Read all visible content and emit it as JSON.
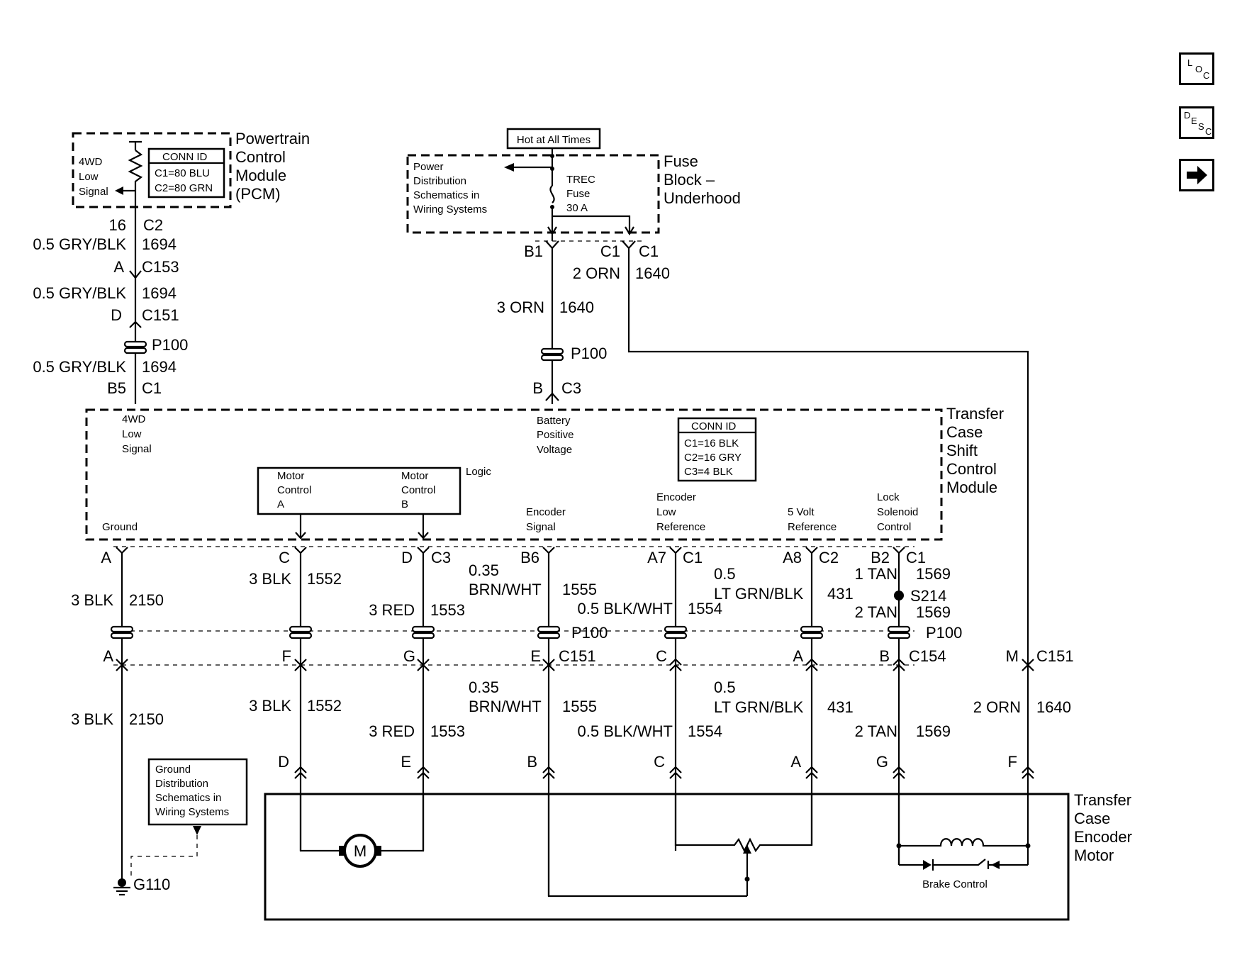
{
  "nav": {
    "loc": [
      "L",
      "O",
      "C"
    ],
    "desc": [
      "D",
      "E",
      "S",
      "C"
    ],
    "next_icon": "right-arrow-icon"
  },
  "pcm": {
    "title": [
      "Powertrain",
      "Control",
      "Module",
      "(PCM)"
    ],
    "signal": [
      "4WD",
      "Low",
      "Signal"
    ],
    "conn_id": {
      "header": "CONN ID",
      "rows": [
        "C1=80 BLU",
        "C2=80 GRN"
      ]
    }
  },
  "pcm_wire": [
    {
      "left": "16",
      "right": "C2"
    },
    {
      "left": "0.5 GRY/BLK",
      "right": "1694"
    },
    {
      "left": "A",
      "right": "C153"
    },
    {
      "left": "0.5 GRY/BLK",
      "right": "1694"
    },
    {
      "left": "D",
      "right": "C151"
    },
    {
      "left": "",
      "right": "P100"
    },
    {
      "left": "0.5 GRY/BLK",
      "right": "1694"
    },
    {
      "left": "B5",
      "right": "C1"
    }
  ],
  "fuse_block": {
    "hot_label": "Hot at All Times",
    "title": [
      "Fuse",
      "Block –",
      "Underhood"
    ],
    "power_ref": [
      "Power",
      "Distribution",
      "Schematics in",
      "Wiring Systems"
    ],
    "fuse": [
      "TREC",
      "Fuse",
      "30 A"
    ]
  },
  "fuse_wires": {
    "b1": "B1",
    "c1a": "C1",
    "c1b": "C1",
    "orn2": "2 ORN",
    "c1640": "1640",
    "orn3": "3 ORN",
    "c1640b": "1640",
    "p100": "P100",
    "b": "B",
    "c3": "C3"
  },
  "tccm": {
    "title": [
      "Transfer",
      "Case",
      "Shift",
      "Control",
      "Module"
    ],
    "low_signal": [
      "4WD",
      "Low",
      "Signal"
    ],
    "battery": [
      "Battery",
      "Positive",
      "Voltage"
    ],
    "conn_id": {
      "header": "CONN ID",
      "rows": [
        "C1=16 BLK",
        "C2=16 GRY",
        "C3=4 BLK"
      ]
    },
    "motor_a": [
      "Motor",
      "Control",
      "A"
    ],
    "motor_b": [
      "Motor",
      "Control",
      "B"
    ],
    "logic": "Logic",
    "ground": "Ground",
    "encoder_signal": [
      "Encoder",
      "Signal"
    ],
    "encoder_low": [
      "Encoder",
      "Low",
      "Reference"
    ],
    "five_volt": [
      "5 Volt",
      "Reference"
    ],
    "lock_solenoid": [
      "Lock",
      "Solenoid",
      "Control"
    ]
  },
  "mid_labels": {
    "a": "A",
    "c": "C",
    "d": "D",
    "c3": "C3",
    "b6": "B6",
    "a7": "A7",
    "c1": "C1",
    "a8": "A8",
    "c2": "C2",
    "b2": "B2",
    "c1b": "C1",
    "blk3_2150": "3 BLK",
    "n2150": "2150",
    "blk3_1552": "3 BLK",
    "n1552": "1552",
    "red3": "3 RED",
    "n1553": "1553",
    "g035": "0.35",
    "brnwht": "BRN/WHT",
    "n1555": "1555",
    "blkwht": "0.5 BLK/WHT",
    "n1554": "1554",
    "g05": "0.5",
    "ltgrn": "LT GRN/BLK",
    "n431": "431",
    "tan1": "1 TAN",
    "n1569": "1569",
    "s214": "S214",
    "tan2": "2 TAN",
    "n1569b": "1569",
    "p100": "P100"
  },
  "low_labels": {
    "a": "A",
    "f": "F",
    "g": "G",
    "e": "E",
    "c151": "C151",
    "c": "C",
    "a2": "A",
    "b": "B",
    "c154": "C154",
    "m": "M",
    "c151b": "C151",
    "blk3_2150": "3 BLK",
    "n2150": "2150",
    "blk3_1552": "3 BLK",
    "n1552": "1552",
    "red3": "3 RED",
    "n1553": "1553",
    "g035": "0.35",
    "brnwht": "BRN/WHT",
    "n1555": "1555",
    "blkwht": "0.5 BLK/WHT",
    "n1554": "1554",
    "g05": "0.5",
    "ltgrn": "LT GRN/BLK",
    "n431": "431",
    "tan2": "2 TAN",
    "n1569": "1569",
    "orn2": "2 ORN",
    "n1640": "1640"
  },
  "motor_pins": {
    "d": "D",
    "e": "E",
    "b": "B",
    "c": "C",
    "a": "A",
    "g": "G",
    "f": "F"
  },
  "encoder_motor": {
    "title": [
      "Transfer",
      "Case",
      "Encoder",
      "Motor"
    ],
    "motor_symbol": "M",
    "brake": "Brake Control"
  },
  "ground": {
    "ref": [
      "Ground",
      "Distribution",
      "Schematics in",
      "Wiring Systems"
    ],
    "g110": "G110"
  }
}
